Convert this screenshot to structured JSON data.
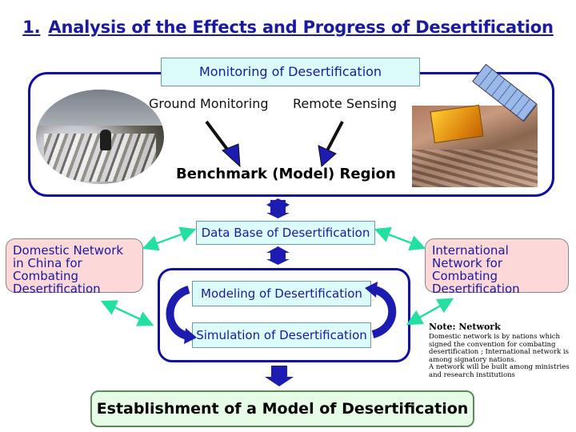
{
  "title": {
    "number": "1.",
    "text": "Analysis of the Effects and Progress of Desertification"
  },
  "monitoring": {
    "label": "Monitoring of Desertification",
    "ground": "Ground Monitoring",
    "remote": "Remote Sensing",
    "region": "Benchmark (Model) Region"
  },
  "database": "Data Base of Desertification",
  "modeling": "Modeling of Desertification",
  "simulation": "Simulation of Desertification",
  "domestic": "Domestic Network in China for Combating Desertification",
  "international": "International Network for Combating Desertification",
  "note": {
    "title": "Note: Network",
    "lines": [
      "Domestic network is by nations which",
      "signed the convention for combating",
      "desertification ;  International network is",
      "among signatory nations.",
      "A network will be built among ministries",
      "and research institutions"
    ]
  },
  "establishment": "Establishment of a Model of Desertification",
  "colors": {
    "accent": "#1a1aa0",
    "arrow_blue": "#1c1cb0",
    "arrow_green": "#22e0a0"
  }
}
